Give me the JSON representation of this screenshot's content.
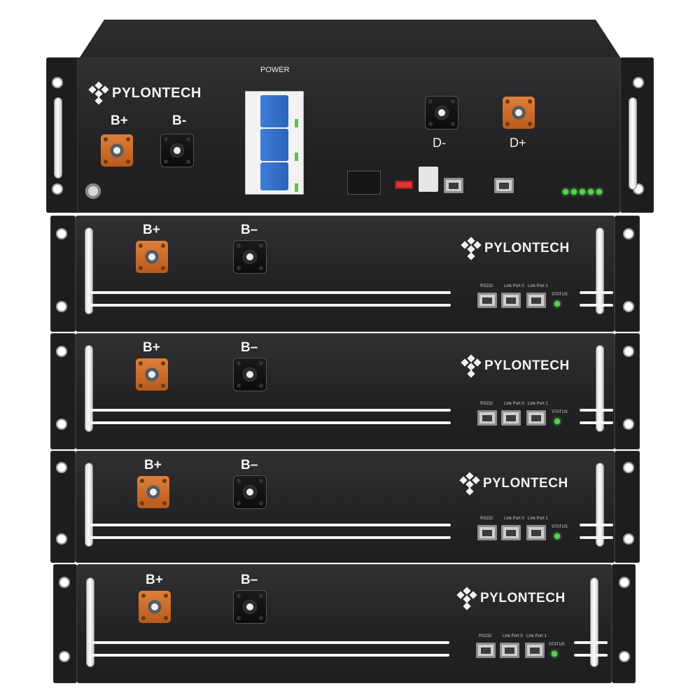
{
  "product": {
    "brand": "PYLONTECH",
    "colors": {
      "chassis": "#232325",
      "positive_terminal": "#d2712e",
      "negative_terminal": "#111111",
      "breaker_switch": "#3570c8",
      "led": "#4fd64a",
      "stripe": "#f4f4f4"
    }
  },
  "controller": {
    "brand": "PYLONTECH",
    "power_label": "POWER",
    "b_plus": "B+",
    "b_minus": "B-",
    "d_minus": "D-",
    "d_plus": "D+",
    "led_count": 5
  },
  "modules": [
    {
      "brand": "PYLONTECH",
      "b_plus": "B+",
      "b_minus": "B–",
      "rs232": "RS232",
      "link_port_0": "Link Port 0",
      "link_port_1": "Link Port 1",
      "status": "STATUS"
    },
    {
      "brand": "PYLONTECH",
      "b_plus": "B+",
      "b_minus": "B–",
      "rs232": "RS232",
      "link_port_0": "Link Port 0",
      "link_port_1": "Link Port 1",
      "status": "STATUS"
    },
    {
      "brand": "PYLONTECH",
      "b_plus": "B+",
      "b_minus": "B–",
      "rs232": "RS232",
      "link_port_0": "Link Port 0",
      "link_port_1": "Link Port 1",
      "status": "STATUS"
    },
    {
      "brand": "PYLONTECH",
      "b_plus": "B+",
      "b_minus": "B–",
      "rs232": "RS232",
      "link_port_0": "Link Port 0",
      "link_port_1": "Link Port 1",
      "status": "STATUS"
    }
  ]
}
